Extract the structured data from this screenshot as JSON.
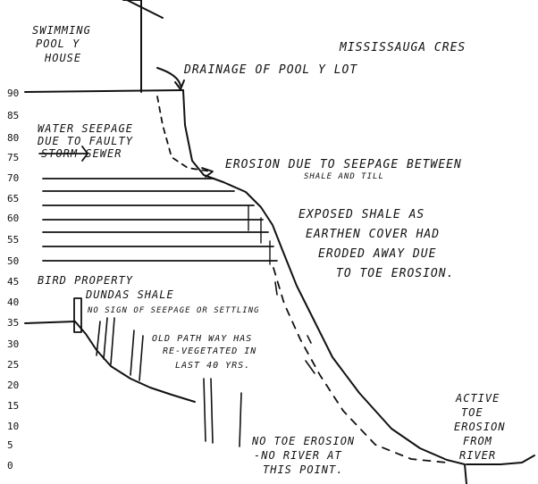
{
  "labels": {
    "pool_house_1": "SWIMMING",
    "pool_house_2": "POOL Y",
    "pool_house_3": "HOUSE",
    "street": "MISSISSAUGA CRES",
    "drainage": "DRAINAGE OF POOL Y LOT",
    "seepage_1": "WATER SEEPAGE",
    "seepage_2": "DUE TO FAULTY",
    "seepage_3": "STORM SEWER",
    "erosion_seepage_1": "EROSION DUE TO SEEPAGE BETWEEN",
    "erosion_seepage_2": "SHALE AND TILL",
    "exposed_1": "EXPOSED SHALE AS",
    "exposed_2": "EARTHEN COVER HAD",
    "exposed_3": "ERODED AWAY DUE",
    "exposed_4": "TO TOE EROSION.",
    "bird": "BIRD PROPERTY",
    "dundas": "DUNDAS SHALE",
    "no_seepage": "NO SIGN OF SEEPAGE OR SETTLING",
    "pathway_1": "OLD PATH WAY HAS",
    "pathway_2": "RE-VEGETATED IN",
    "pathway_3": "LAST 40 YRS.",
    "no_toe_1": "NO TOE EROSION",
    "no_toe_2": "-NO RIVER AT",
    "no_toe_3": "THIS POINT.",
    "active_1": "ACTIVE",
    "active_2": "TOE",
    "active_3": "EROSION",
    "active_4": "FROM",
    "active_5": "RIVER"
  },
  "elevation_ticks": [
    "90",
    "85",
    "80",
    "75",
    "70",
    "65",
    "60",
    "55",
    "50",
    "45",
    "40",
    "35",
    "30",
    "25",
    "20",
    "15",
    "10",
    "5",
    "0"
  ],
  "ink_color": "#111111"
}
